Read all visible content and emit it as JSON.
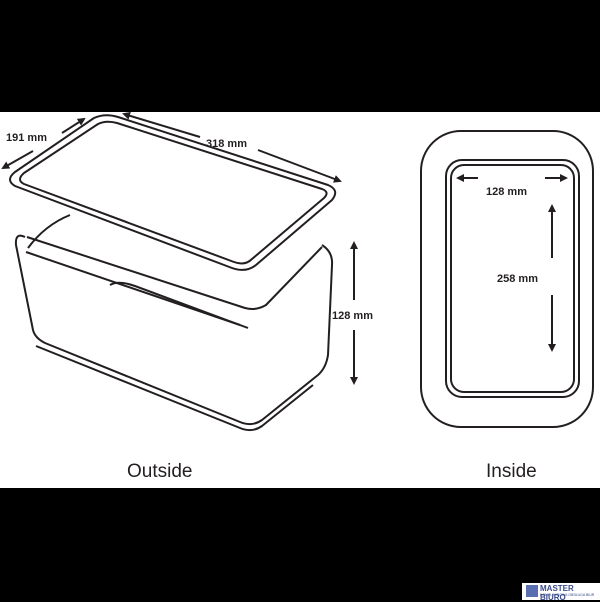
{
  "outside": {
    "caption": "Outside",
    "depth_label": "191 mm",
    "width_label": "318 mm",
    "height_label": "128 mm"
  },
  "inside": {
    "caption": "Inside",
    "width_label": "128 mm",
    "length_label": "258 mm"
  },
  "watermark": {
    "brand": "MASTER BIURO",
    "tagline": "KOMPLEKSOWA OBSŁUGA BIUR"
  },
  "colors": {
    "line": "#231f20",
    "background": "#ffffff",
    "frame": "#000000"
  }
}
